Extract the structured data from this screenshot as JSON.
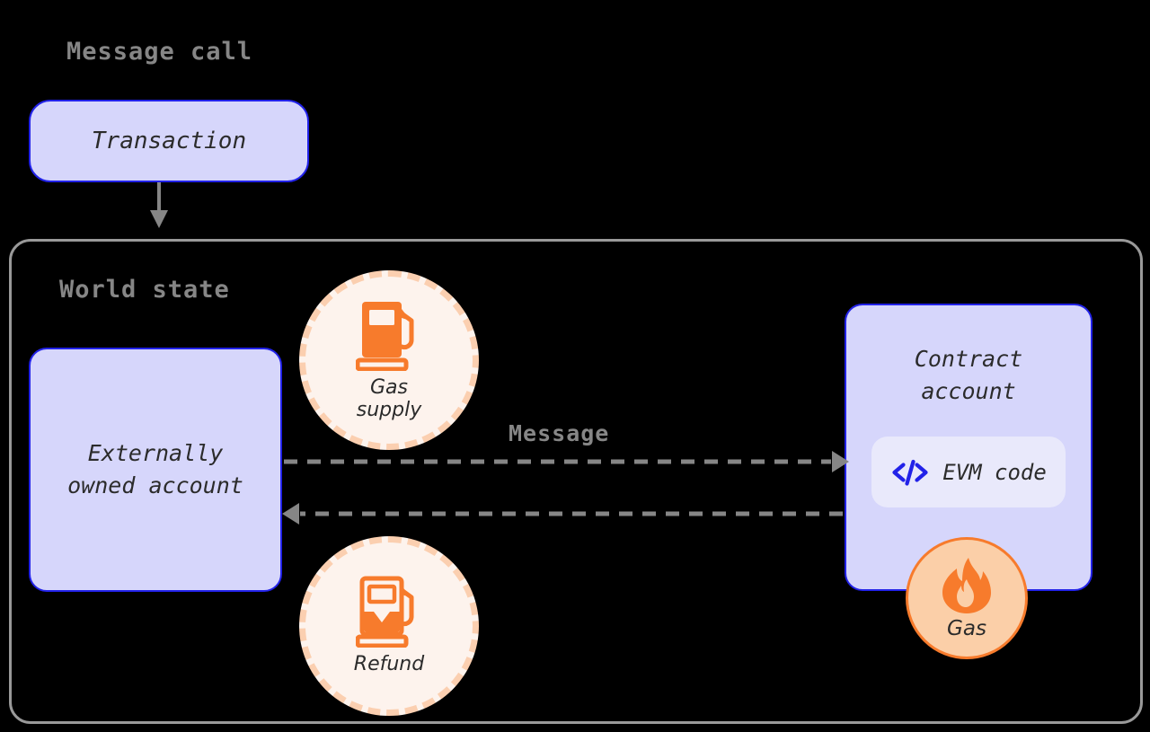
{
  "diagram": {
    "background_color": "#000000",
    "title": "Message call",
    "world_state_label": "World state",
    "message_label": "Message"
  },
  "colors": {
    "account_fill": "#d6d6fb",
    "account_border": "#2222e8",
    "badge_fill": "#e9e9fb",
    "code_icon": "#2222e8",
    "orange": "#f77b2c",
    "circle_fill": "#fdf3ed",
    "circle_dash": "#fbcfb0",
    "gas_badge_fill": "#fbcfa8",
    "frame_border": "#999999",
    "arrow_gray": "#868686",
    "heading_gray": "#868686",
    "body_text": "#2b2b2b"
  },
  "nodes": {
    "transaction": {
      "label": "Transaction"
    },
    "externally_owned_account": {
      "line1": "Externally",
      "line2": "owned account"
    },
    "contract_account": {
      "line1": "Contract",
      "line2": "account"
    },
    "evm_code": {
      "label": "EVM code",
      "icon": "code-brackets-icon"
    },
    "gas_supply": {
      "line1": "Gas",
      "line2": "supply",
      "icon": "gas-pump-full-icon"
    },
    "refund": {
      "line1": "Refund",
      "line2": "",
      "icon": "gas-pump-partial-icon"
    },
    "gas": {
      "label": "Gas",
      "icon": "flame-icon"
    }
  },
  "edges": [
    {
      "name": "transaction-to-world-state",
      "label": "",
      "style": "solid",
      "direction": "down"
    },
    {
      "name": "eoa-to-contract",
      "label": "Message",
      "style": "dashed",
      "direction": "right"
    },
    {
      "name": "contract-to-eoa",
      "label": "",
      "style": "dashed",
      "direction": "left"
    }
  ]
}
